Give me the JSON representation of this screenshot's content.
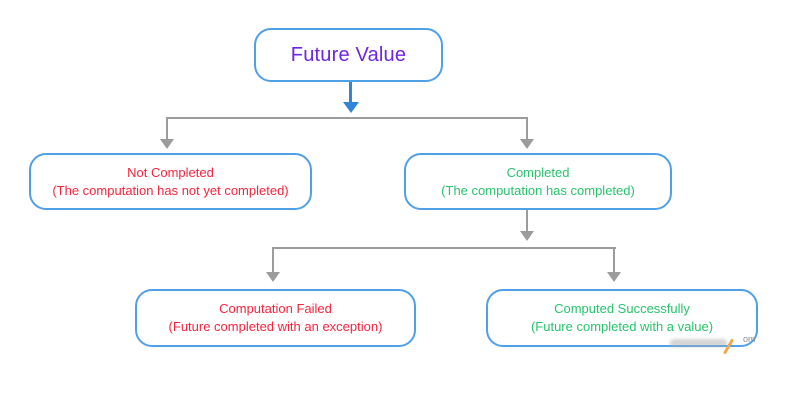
{
  "diagram": {
    "type": "flowchart",
    "nodes": {
      "root": {
        "title": "Future Value"
      },
      "not_completed": {
        "title": "Not Completed",
        "subtitle": "(The computation has not yet completed)"
      },
      "completed": {
        "title": "Completed",
        "subtitle": "(The computation has completed)"
      },
      "computation_failed": {
        "title": "Computation Failed",
        "subtitle": "(Future completed with an exception)"
      },
      "computed_successfully": {
        "title": "Computed Successfully",
        "subtitle": "(Future completed with a value)"
      }
    },
    "edges": [
      {
        "from": "Future Value",
        "to": "Not Completed"
      },
      {
        "from": "Future Value",
        "to": "Completed"
      },
      {
        "from": "Completed",
        "to": "Computation Failed"
      },
      {
        "from": "Completed",
        "to": "Computed Successfully"
      }
    ],
    "colors": {
      "box_border": "#4FA0E8",
      "root_text": "#6F25E3",
      "pending_text": "#F8243E",
      "success_text": "#27C46C",
      "arrow_blue": "#2F86D9",
      "connector_gray": "#9C9C9C",
      "watermark_orange": "#F3A84C",
      "watermark_gray": "#909090"
    },
    "watermark": {
      "fragment": "om"
    }
  }
}
